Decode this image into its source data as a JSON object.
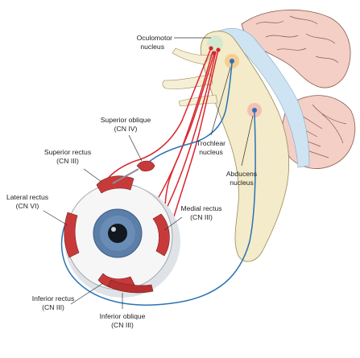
{
  "labels": {
    "oculomotor_1": "Oculomotor",
    "oculomotor_2": "nucleus",
    "trochlear_1": "Trochlear",
    "trochlear_2": "nucleus",
    "abducens_1": "Abducens",
    "abducens_2": "nucleus",
    "superior_oblique_1": "Superior oblique",
    "superior_oblique_2": "(CN IV)",
    "superior_rectus_1": "Superior rectus",
    "superior_rectus_2": "(CN III)",
    "lateral_rectus_1": "Lateral rectus",
    "lateral_rectus_2": "(CN VI)",
    "medial_rectus_1": "Medial rectus",
    "medial_rectus_2": "(CN III)",
    "inferior_rectus_1": "Inferior rectus",
    "inferior_rectus_2": "(CN III)",
    "inferior_oblique_1": "Inferior oblique",
    "inferior_oblique_2": "(CN III)"
  },
  "colors": {
    "cn3_nerve": "#d8262e",
    "cn4_cn6_nerve": "#2a72b8",
    "brainstem": "#f3ebc9",
    "csf": "#cfe4f3",
    "brain": "#f3cfc6",
    "muscle": "#c83a3a",
    "iris": "#5b7fa8"
  }
}
